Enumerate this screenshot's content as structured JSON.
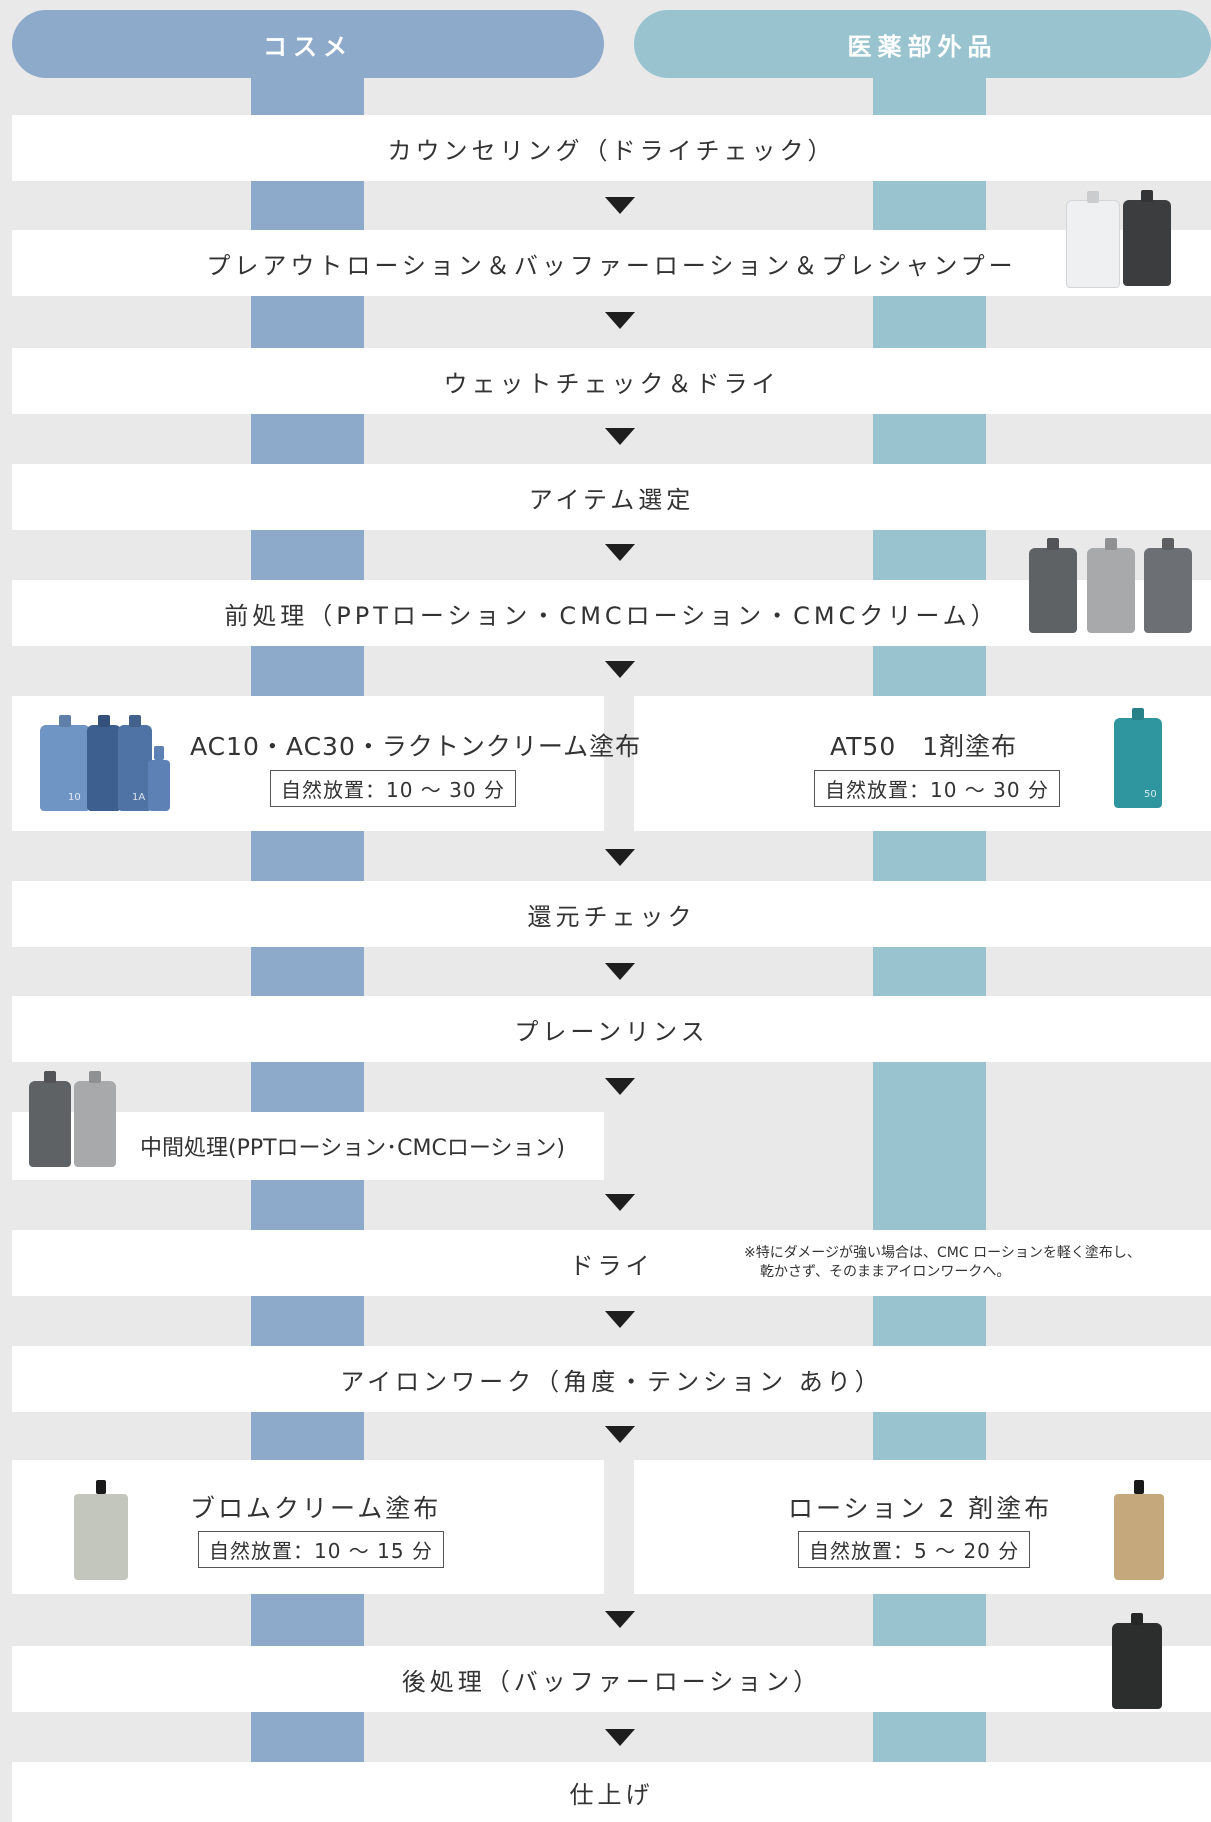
{
  "headers": {
    "left": "コスメ",
    "right": "医薬部外品"
  },
  "steps": {
    "counseling": "カウンセリング（ドライチェック）",
    "pre_out": "プレアウトローション＆バッファーローション＆プレシャンプー",
    "wet_check": "ウェットチェック＆ドライ",
    "item_select": "アイテム選定",
    "pretreat": "前処理（PPTローション・CMCローション・CMCクリーム）",
    "reduction_check": "還元チェック",
    "plain_rinse": "プレーンリンス",
    "mid_treat": "中間処理(PPTローション･CMCローション)",
    "dry": "ドライ",
    "iron": "アイロンワーク（角度・テンション あり）",
    "post_treat": "後処理（バッファーローション）",
    "finish": "仕上げ"
  },
  "apply1": {
    "left_title": "AC10・AC30・ラクトンクリーム塗布",
    "left_time": "自然放置：10 ～ 30 分",
    "right_title": "AT50　1剤塗布",
    "right_time": "自然放置：10 ～ 30 分"
  },
  "apply2": {
    "left_title": "ブロムクリーム塗布",
    "left_time": "自然放置：10 ～ 15 分",
    "right_title": "ローション 2 剤塗布",
    "right_time": "自然放置：5 ～ 20 分"
  },
  "dry_note": {
    "line1": "※特にダメージが強い場合は、CMC ローションを軽く塗布し、",
    "line2": "乾かさず、そのままアイロンワークへ。"
  },
  "product_labels": {
    "ac10": "10",
    "ac_a": "1A",
    "at50": "50"
  },
  "colors": {
    "cosme": "#8daacb",
    "quasi_drug": "#99c4cf",
    "background": "#e9e9ea"
  }
}
